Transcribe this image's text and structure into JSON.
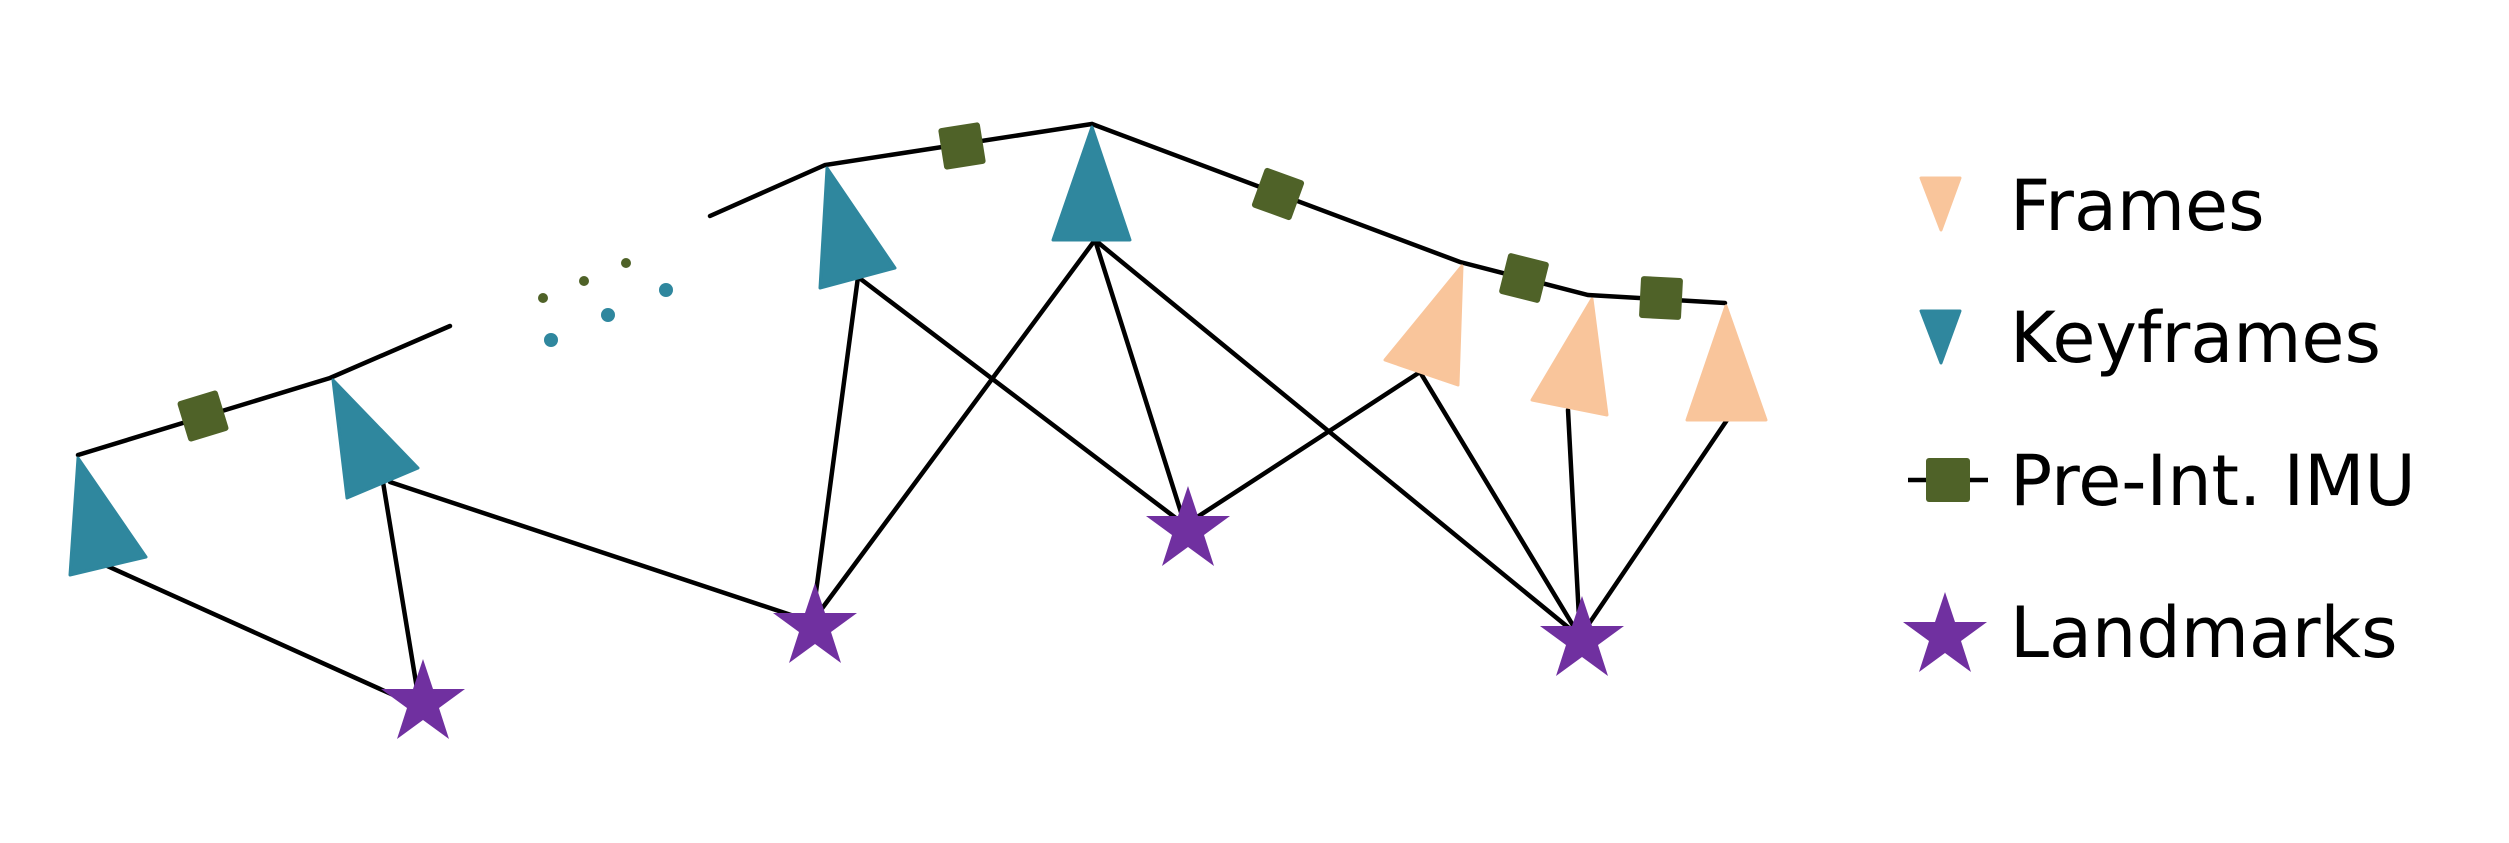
{
  "colors": {
    "frame": "#F9C59B",
    "keyframe": "#2F879E",
    "imu": "#4F6228",
    "landmark": "#7030A0",
    "edge": "#000000"
  },
  "legend": {
    "frames": "Frames",
    "keyframes": "Keyframes",
    "imu": "Pre-Int. IMU",
    "landmarks": "Landmarks"
  },
  "icons": {
    "frame": "triangle-icon",
    "keyframe": "triangle-icon",
    "imu": "square-on-line-icon",
    "landmark": "star-icon"
  }
}
